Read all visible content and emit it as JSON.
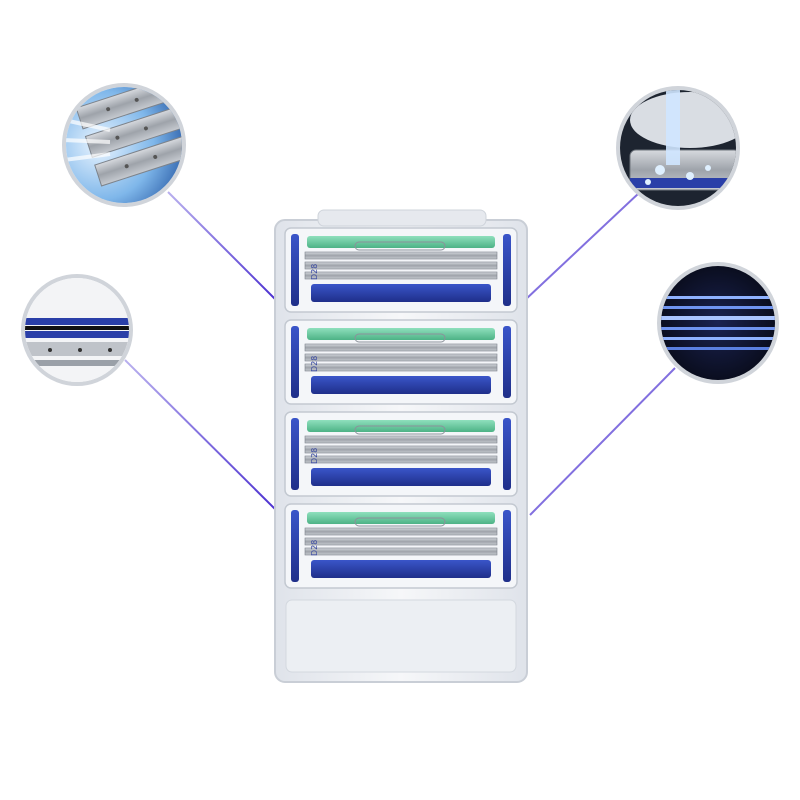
{
  "scene": {
    "product": "razor-cartridge-pack",
    "cartridge_count": 4,
    "cartridge_marking": "D28",
    "callout_count": 4,
    "colors": {
      "background": "#ffffff",
      "blade_blue": "#2a3fa8",
      "lubricant_green": "#5fc89a",
      "steel": "#a9adb3",
      "connector_line": "#6a4fd6",
      "case_clear": "#eef1f5"
    },
    "callouts": [
      {
        "name": "blade-closeup-callout",
        "depicts": "blades-with-water-spray"
      },
      {
        "name": "rinse-closeup-callout",
        "depicts": "cartridge-under-running-water"
      },
      {
        "name": "edge-closeup-callout",
        "depicts": "blade-edge-profile"
      },
      {
        "name": "stripes-closeup-callout",
        "depicts": "blue-lubricant-stripes"
      }
    ]
  }
}
